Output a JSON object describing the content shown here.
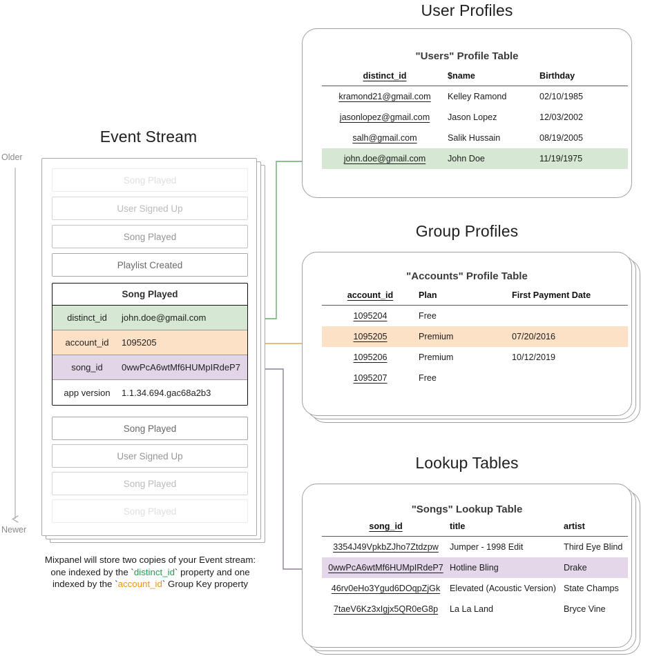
{
  "sections": {
    "event_stream_title": "Event Stream",
    "user_profiles_title": "User Profiles",
    "group_profiles_title": "Group Profiles",
    "lookup_tables_title": "Lookup Tables"
  },
  "timeline": {
    "older_label": "Older",
    "newer_label": "Newer"
  },
  "event_stream": {
    "events_above": [
      {
        "label": "Song Played"
      },
      {
        "label": "User Signed Up"
      },
      {
        "label": "Song Played"
      },
      {
        "label": "Playlist Created"
      }
    ],
    "selected_event": {
      "name": "Song Played",
      "properties": [
        {
          "key": "distinct_id",
          "value": "john.doe@gmail.com",
          "highlight": "green"
        },
        {
          "key": "account_id",
          "value": "1095205",
          "highlight": "orange"
        },
        {
          "key": "song_id",
          "value": "0wwPcA6wtMf6HUMpIRdeP7",
          "highlight": "purple"
        },
        {
          "key": "app version",
          "value": "1.1.34.694.gac68a2b3",
          "highlight": "none"
        }
      ]
    },
    "events_below": [
      {
        "label": "Song Played"
      },
      {
        "label": "User Signed Up"
      },
      {
        "label": "Song Played"
      },
      {
        "label": "Song Played"
      }
    ],
    "caption": {
      "line1": "Mixpanel will store two copies of your Event stream:",
      "line2_pre": "one indexed by the `",
      "line2_token": "distinct_id",
      "line2_post": "` property and one",
      "line3_pre": "indexed by the `",
      "line3_token": "account_id",
      "line3_post": "` Group Key property"
    }
  },
  "users_table": {
    "title": "\"Users\" Profile Table",
    "columns": [
      "distinct_id",
      "$name",
      "Birthday"
    ],
    "rows": [
      {
        "distinct_id": "kramond21@gmail.com",
        "name": "Kelley Ramond",
        "birthday": "02/10/1985",
        "highlight": "none"
      },
      {
        "distinct_id": "jasonlopez@gmail.com",
        "name": "Jason Lopez",
        "birthday": "12/03/2002",
        "highlight": "none"
      },
      {
        "distinct_id": "salh@gmail.com",
        "name": "Salik Hussain",
        "birthday": "08/19/2005",
        "highlight": "none"
      },
      {
        "distinct_id": "john.doe@gmail.com",
        "name": "John Doe",
        "birthday": "11/19/1975",
        "highlight": "green"
      }
    ]
  },
  "accounts_table": {
    "title": "\"Accounts\" Profile Table",
    "columns": [
      "account_id",
      "Plan",
      "First Payment Date"
    ],
    "rows": [
      {
        "account_id": "1095204",
        "plan": "Free",
        "first_payment_date": "",
        "highlight": "none"
      },
      {
        "account_id": "1095205",
        "plan": "Premium",
        "first_payment_date": "07/20/2016",
        "highlight": "orange"
      },
      {
        "account_id": "1095206",
        "plan": "Premium",
        "first_payment_date": "10/12/2019",
        "highlight": "none"
      },
      {
        "account_id": "1095207",
        "plan": "Free",
        "first_payment_date": "",
        "highlight": "none"
      }
    ]
  },
  "songs_table": {
    "title": "\"Songs\" Lookup Table",
    "columns": [
      "song_id",
      "title",
      "artist"
    ],
    "rows": [
      {
        "song_id": "3354J49VpkbZJho7Ztdzpw",
        "title": "Jumper - 1998 Edit",
        "artist": "Third Eye Blind",
        "highlight": "none"
      },
      {
        "song_id": "0wwPcA6wtMf6HUMpIRdeP7",
        "title": "Hotline Bling",
        "artist": "Drake",
        "highlight": "purple"
      },
      {
        "song_id": "46rv0eHo3Ygud6DOqpZjGk",
        "title": "Elevated (Acoustic Version)",
        "artist": "State Champs",
        "highlight": "none"
      },
      {
        "song_id": "7taeV6Kz3xIgjx5QR0eG8p",
        "title": "La La Land",
        "artist": "Bryce Vine",
        "highlight": "none"
      }
    ]
  },
  "colors": {
    "green": "#d6e8d3",
    "orange": "#fce1c6",
    "purple": "#e4d7ea",
    "green_line": "#67ab6b",
    "orange_line": "#e7a34e",
    "purple_line": "#8f7f94",
    "card_border": "#a0a0a0",
    "caption_green": "#17a04f",
    "caption_orange": "#f2921d"
  }
}
